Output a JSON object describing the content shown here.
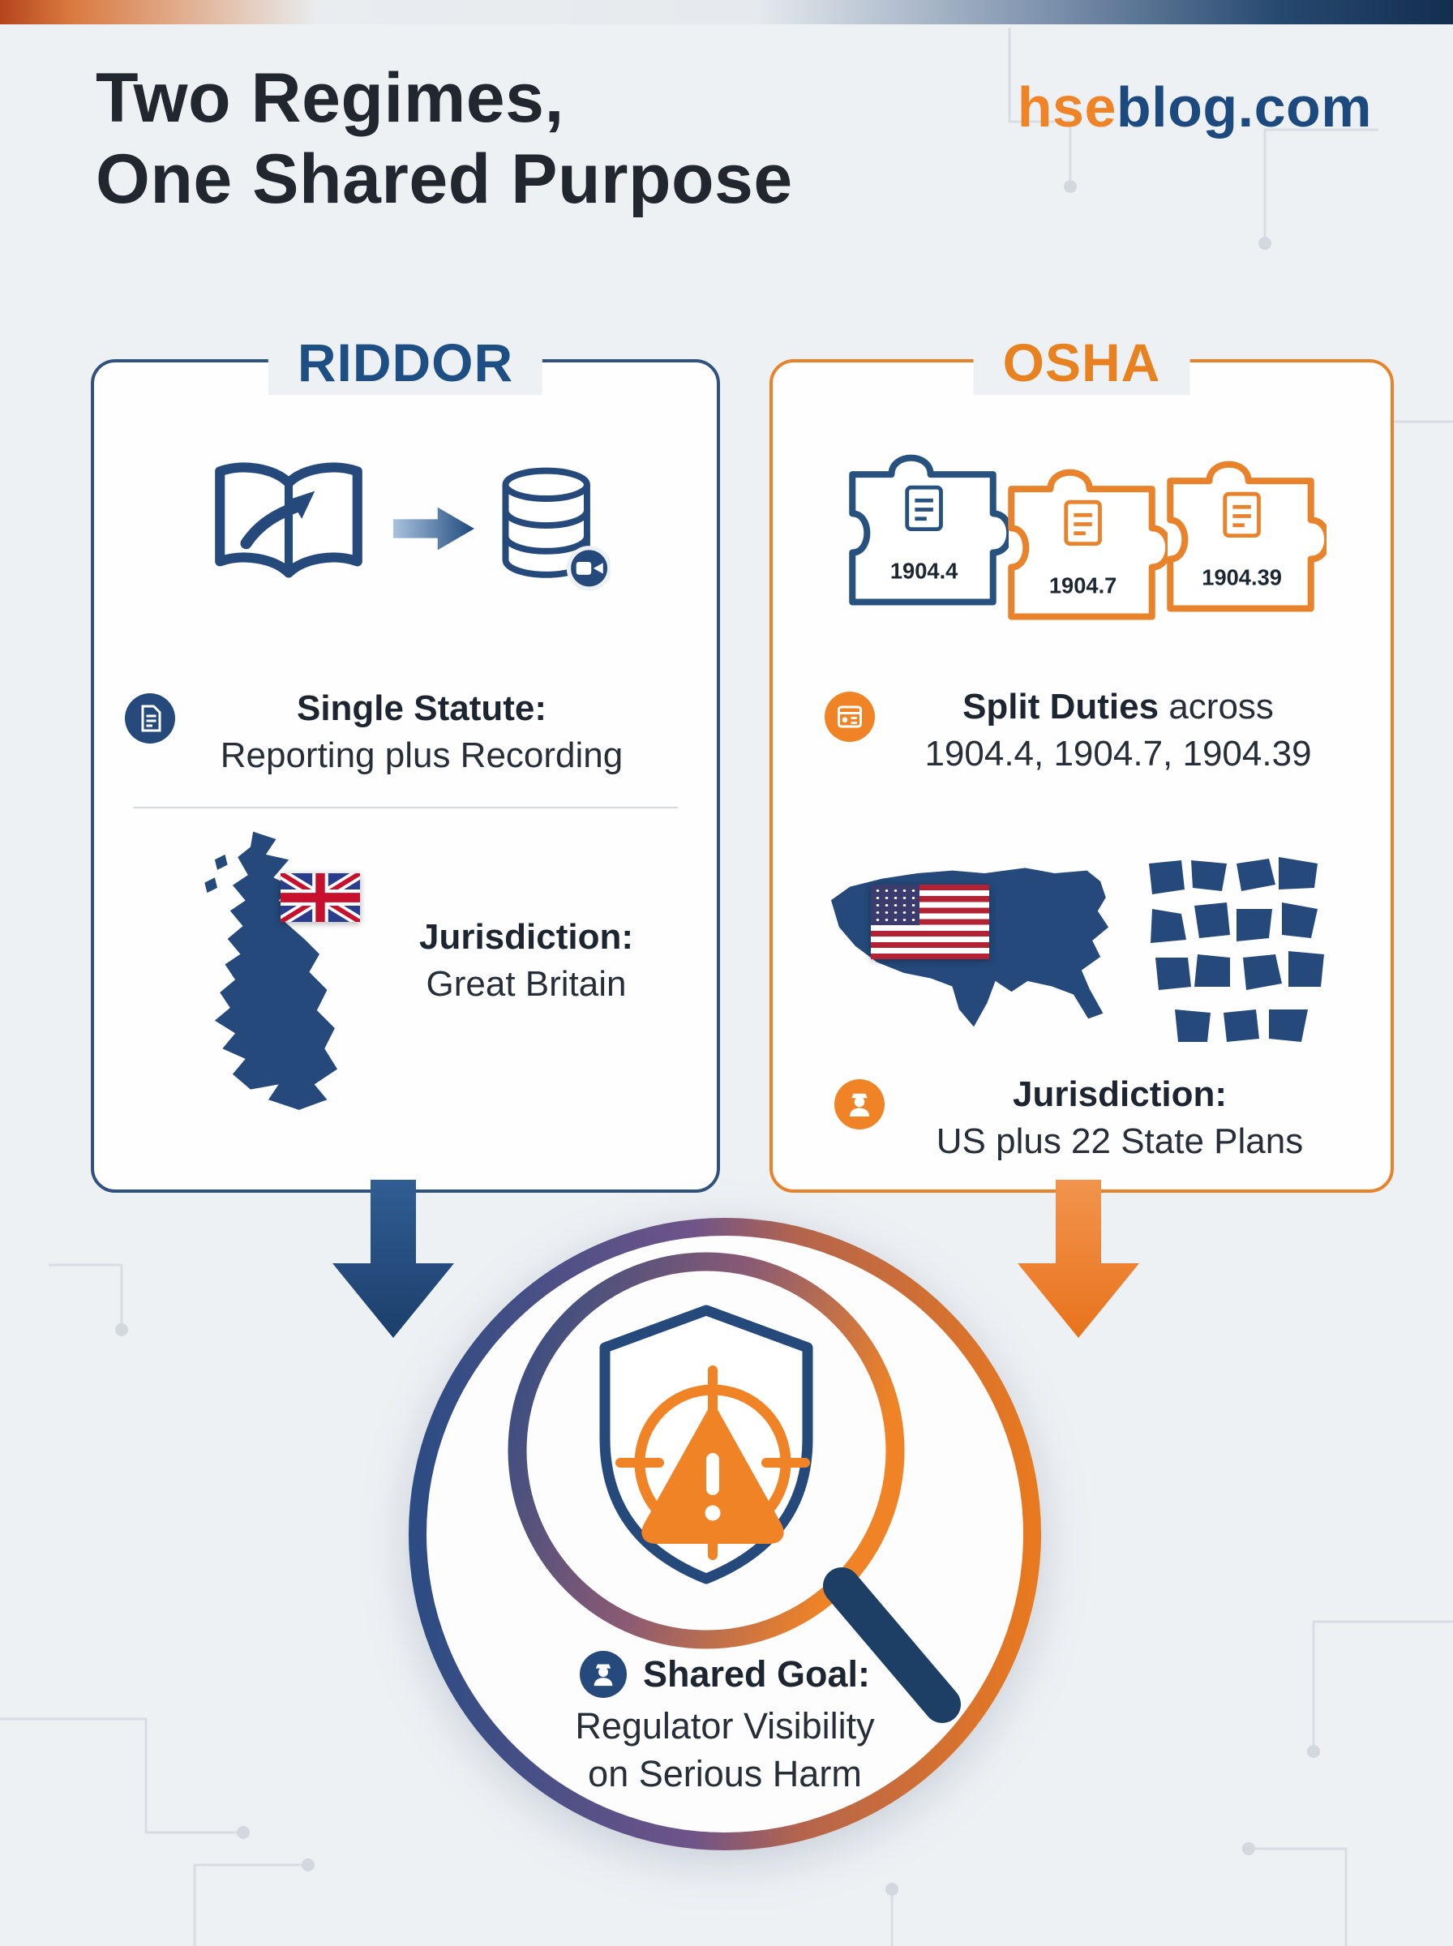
{
  "brand": {
    "hse": "hse",
    "rest": "blog.com"
  },
  "header": {
    "title_line1": "Two Regimes,",
    "title_line2": "One Shared Purpose"
  },
  "riddor": {
    "heading": "RIDDOR",
    "statute_label": "Single Statute:",
    "statute_text": "Reporting plus Recording",
    "jurisdiction_label": "Jurisdiction:",
    "jurisdiction_text": "Great Britain"
  },
  "osha": {
    "heading": "OSHA",
    "puzzles": [
      "1904.4",
      "1904.7",
      "1904.39"
    ],
    "duties_label": "Split Duties",
    "duties_connector": "across",
    "duties_line2": "1904.4, 1904.7, 1904.39",
    "jurisdiction_label": "Jurisdiction:",
    "jurisdiction_text": "US plus 22 State Plans"
  },
  "shared_goal": {
    "label": "Shared Goal:",
    "line1": "Regulator Visibility",
    "line2": "on Serious Harm"
  },
  "colors": {
    "navy": "#24497a",
    "orange": "#ef8326"
  }
}
